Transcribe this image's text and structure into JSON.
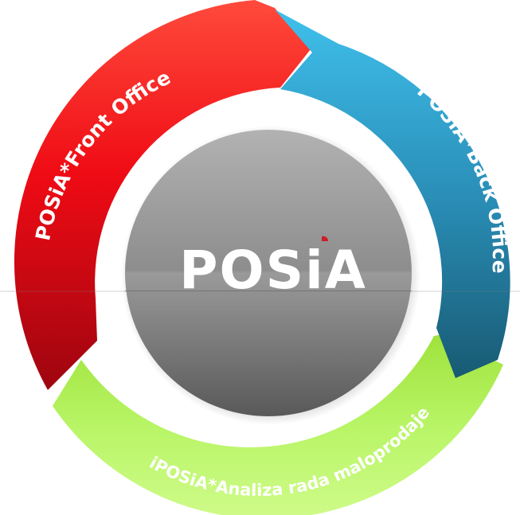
{
  "diagram": {
    "segments": [
      {
        "id": "front",
        "label": "POSiA*Front Office",
        "color_light": "#ff3a33",
        "color_dark": "#b3000a"
      },
      {
        "id": "back",
        "label": "POSiA*Back Office",
        "color_light": "#34b4e4",
        "color_dark": "#1c5f77"
      },
      {
        "id": "analysis",
        "label": "iPOSiA*Analiza rada maloprodaje",
        "color_light": "#b5f05a",
        "color_dark": "#7ec62e"
      }
    ],
    "center": {
      "logo_text": "POSiA",
      "color_top": "#ababab",
      "color_bottom": "#5f5f5f",
      "accent": "#cc1f26"
    }
  }
}
